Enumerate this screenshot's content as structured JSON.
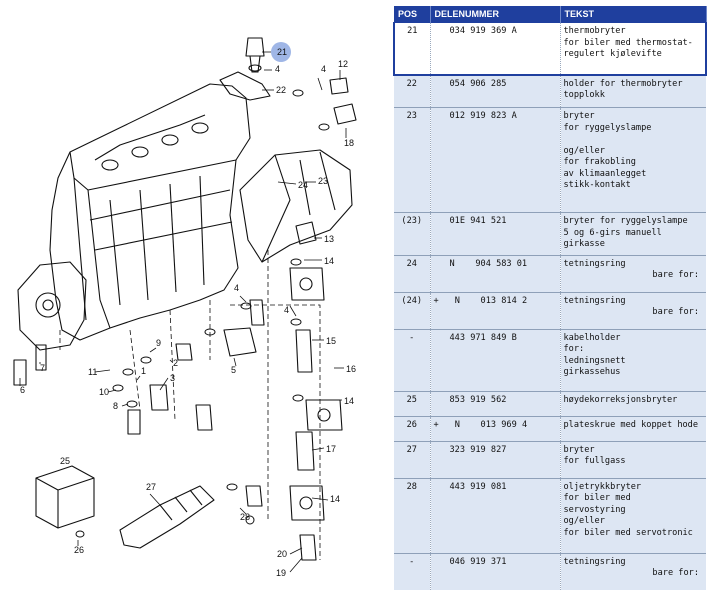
{
  "table": {
    "headers": [
      "POS",
      "DELENUMMER",
      "TEKST"
    ],
    "rows": [
      {
        "pos": "21",
        "prefix": "",
        "part": "034 919 369 A",
        "text": "thermobryter\nfor biler med thermostat-\nregulert kjølevifte",
        "note": "",
        "selected": true
      },
      {
        "pos": "22",
        "prefix": "",
        "part": "054 906 285",
        "text": "holder for thermobryter\ntopplokk",
        "note": ""
      },
      {
        "pos": "23",
        "prefix": "",
        "part": "012 919 823 A",
        "text": "bryter\nfor ryggelyslampe\n\nog/eller\nfor frakobling\nav klimaanlegget\nstikk-kontakt",
        "note": ""
      },
      {
        "pos": "(23)",
        "prefix": "",
        "part": "01E 941 521",
        "text": "bryter for ryggelyslampe\n5 og 6-girs manuell girkasse",
        "note": ""
      },
      {
        "pos": "24",
        "prefix": "",
        "part": "N    904 583 01",
        "text": "tetningsring",
        "note": "bare for:"
      },
      {
        "pos": "(24)",
        "prefix": "+",
        "part": "N    013 814 2",
        "text": "tetningsring",
        "note": "bare for:"
      },
      {
        "pos": "-",
        "prefix": "",
        "part": "443 971 849 B",
        "text": "kabelholder\nfor:\nledningsnett\ngirkassehus",
        "note": ""
      },
      {
        "pos": "25",
        "prefix": "",
        "part": "853 919 562",
        "text": "høydekorreksjonsbryter",
        "note": ""
      },
      {
        "pos": "26",
        "prefix": "+",
        "part": "N    013 969 4",
        "text": "plateskrue med koppet hode",
        "note": ""
      },
      {
        "pos": "27",
        "prefix": "",
        "part": "323 919 827",
        "text": "bryter\nfor fullgass",
        "note": ""
      },
      {
        "pos": "28",
        "prefix": "",
        "part": "443 919 081",
        "text": "oljetrykkbryter\nfor biler med\nservostyring\nog/eller\nfor biler med servotronic",
        "note": ""
      },
      {
        "pos": "-",
        "prefix": "",
        "part": "046 919 371",
        "text": "tetningsring",
        "note": "bare for:"
      }
    ]
  },
  "diagram": {
    "highlight_color": "#9fb6e6",
    "callouts": [
      "21",
      "4",
      "22",
      "4",
      "12",
      "18",
      "13",
      "24",
      "23",
      "14",
      "4",
      "15",
      "16",
      "14",
      "17",
      "5",
      "4",
      "9",
      "2",
      "3",
      "10",
      "8",
      "1",
      "11",
      "7",
      "6",
      "14",
      "20",
      "19",
      "25",
      "27",
      "28",
      "26"
    ]
  }
}
